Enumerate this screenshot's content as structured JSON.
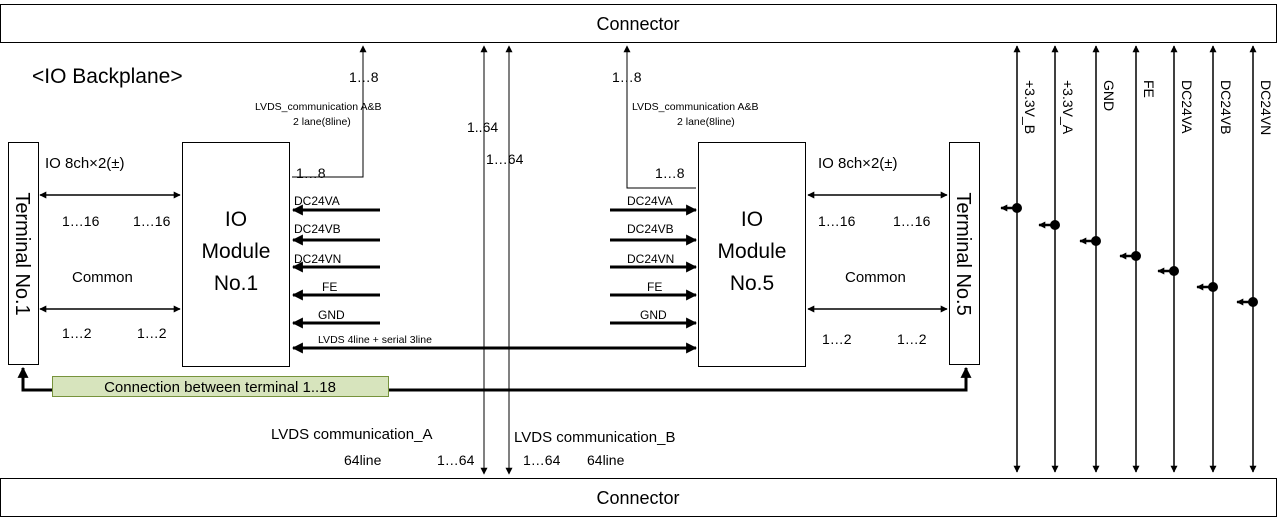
{
  "connector_top": "Connector",
  "connector_bottom": "Connector",
  "backplane_title": "<IO Backplane>",
  "terminal_left": "Terminal No.1",
  "terminal_right": "Terminal No.5",
  "module_left": [
    "IO",
    "Module",
    "No.1"
  ],
  "module_right": [
    "IO",
    "Module",
    "No.5"
  ],
  "io_label_left": "IO 8ch×2(±)",
  "io_label_right": "IO 8ch×2(±)",
  "range_1_16": "1…16",
  "range_1_2": "1…2",
  "range_1_8": "1…8",
  "range_1_64_a": "1..64",
  "range_1_64_b": "1…64",
  "common": "Common",
  "lvds_ab_line1": "LVDS_communication A&B",
  "lvds_ab_line2": "2 lane(8line)",
  "power_labels": [
    "DC24VA",
    "DC24VB",
    "DC24VN",
    "FE",
    "GND"
  ],
  "lvds_serial": "LVDS 4line + serial 3line",
  "connection_terminal": "Connection between terminal  1..18",
  "lvds_a_label": "LVDS communication_A",
  "lvds_a_lines": "64line",
  "lvds_b_label": "LVDS communication_B",
  "lvds_b_lines": "64line",
  "bus_labels": [
    "+3.3V_B",
    "+3.3V_A",
    "GND",
    "FE",
    "DC24VA",
    "DC24VB",
    "DC24VN"
  ],
  "colors": {
    "line": "#000000",
    "connection_fill": "#d7e4bd",
    "connection_border": "#77933c"
  }
}
